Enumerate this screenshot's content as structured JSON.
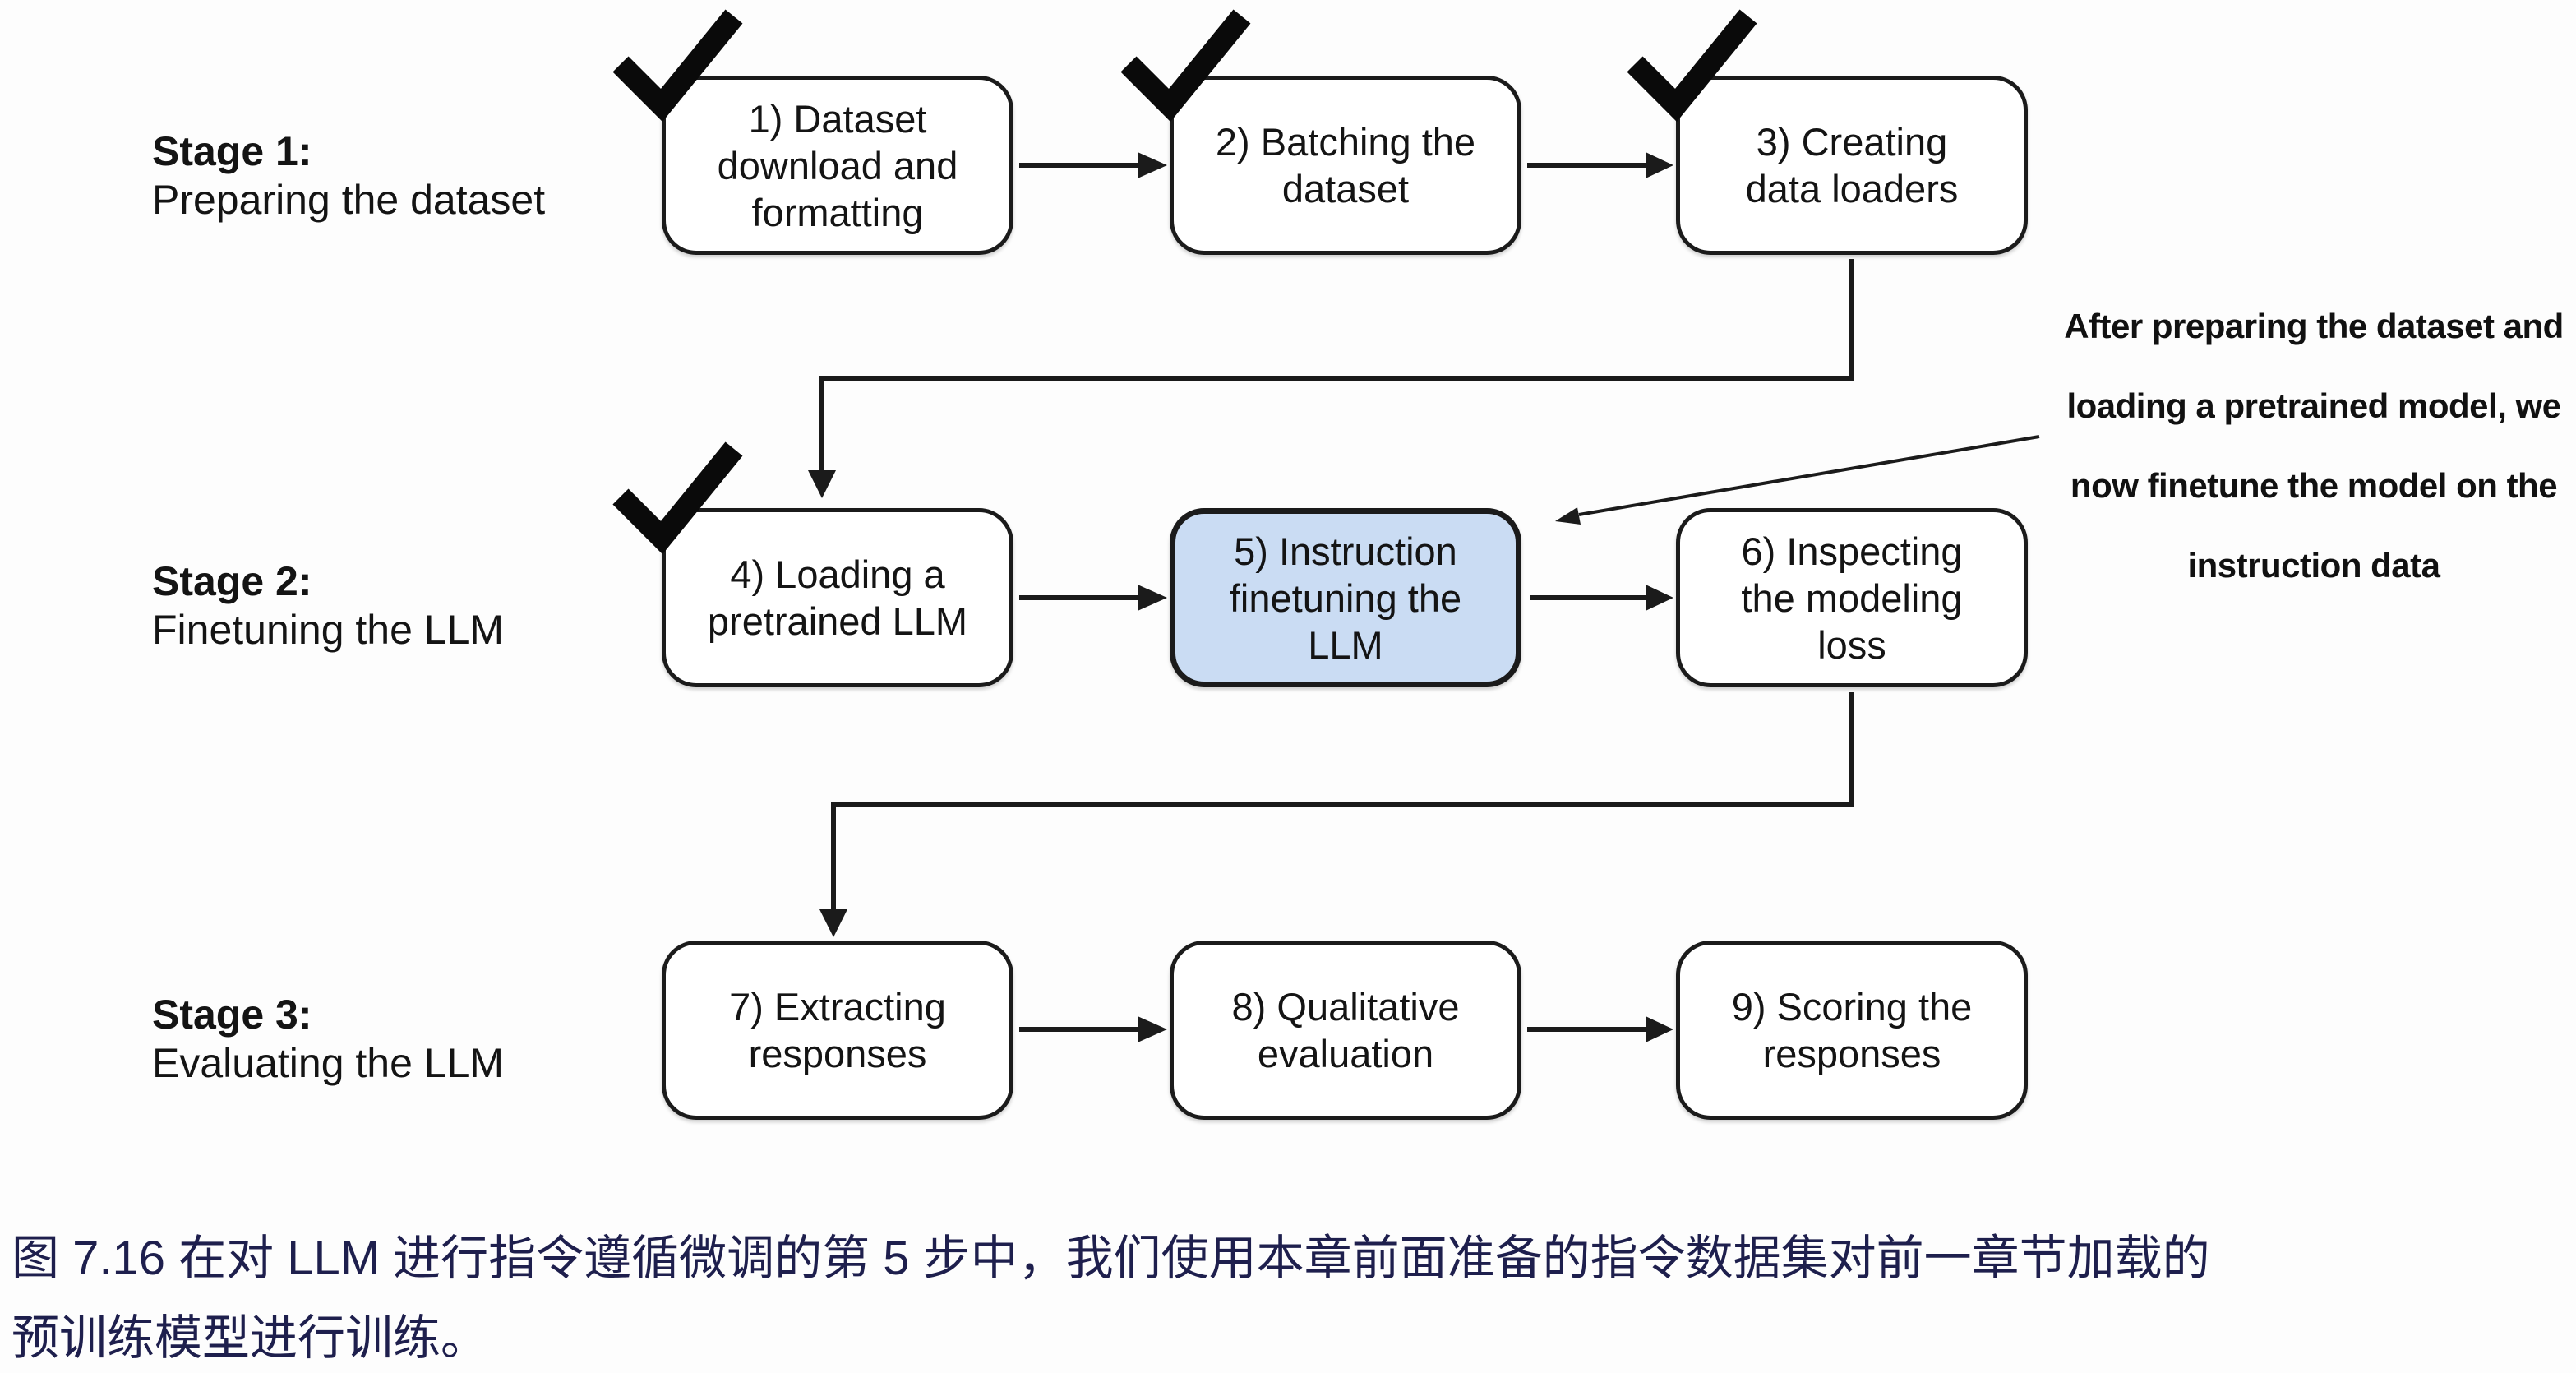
{
  "figure": {
    "stages": [
      {
        "label": "Stage 1:",
        "sublabel": "Preparing the dataset"
      },
      {
        "label": "Stage 2:",
        "sublabel": "Finetuning the LLM"
      },
      {
        "label": "Stage 3:",
        "sublabel": "Evaluating the LLM"
      }
    ],
    "boxes": [
      {
        "step": 1,
        "lines": [
          "1) Dataset",
          "download and",
          "formatting"
        ],
        "checked": true,
        "highlighted": false
      },
      {
        "step": 2,
        "lines": [
          "2) Batching the",
          "dataset"
        ],
        "checked": true,
        "highlighted": false
      },
      {
        "step": 3,
        "lines": [
          "3) Creating",
          "data loaders"
        ],
        "checked": true,
        "highlighted": false
      },
      {
        "step": 4,
        "lines": [
          "4) Loading a",
          "pretrained LLM"
        ],
        "checked": true,
        "highlighted": false
      },
      {
        "step": 5,
        "lines": [
          "5) Instruction",
          "finetuning the",
          "LLM"
        ],
        "checked": false,
        "highlighted": true
      },
      {
        "step": 6,
        "lines": [
          "6) Inspecting",
          "the modeling",
          "loss"
        ],
        "checked": false,
        "highlighted": false
      },
      {
        "step": 7,
        "lines": [
          "7) Extracting",
          "responses"
        ],
        "checked": false,
        "highlighted": false
      },
      {
        "step": 8,
        "lines": [
          "8) Qualitative",
          "evaluation"
        ],
        "checked": false,
        "highlighted": false
      },
      {
        "step": 9,
        "lines": [
          "9) Scoring the",
          "responses"
        ],
        "checked": false,
        "highlighted": false
      }
    ],
    "annotation": {
      "lines": [
        "After preparing the dataset and",
        "loading a pretrained model, we",
        "now finetune the model on the",
        "instruction data"
      ]
    },
    "caption": {
      "lines": [
        "图 7.16 在对 LLM 进行指令遵循微调的第 5 步中，我们使用本章前面准备的指令数据集对前一章节加载的",
        "预训练模型进行训练。"
      ]
    },
    "colors": {
      "highlight_fill": "#cadcf3",
      "line_color": "#1b1b1b",
      "caption_color": "#1e1f4d"
    }
  }
}
